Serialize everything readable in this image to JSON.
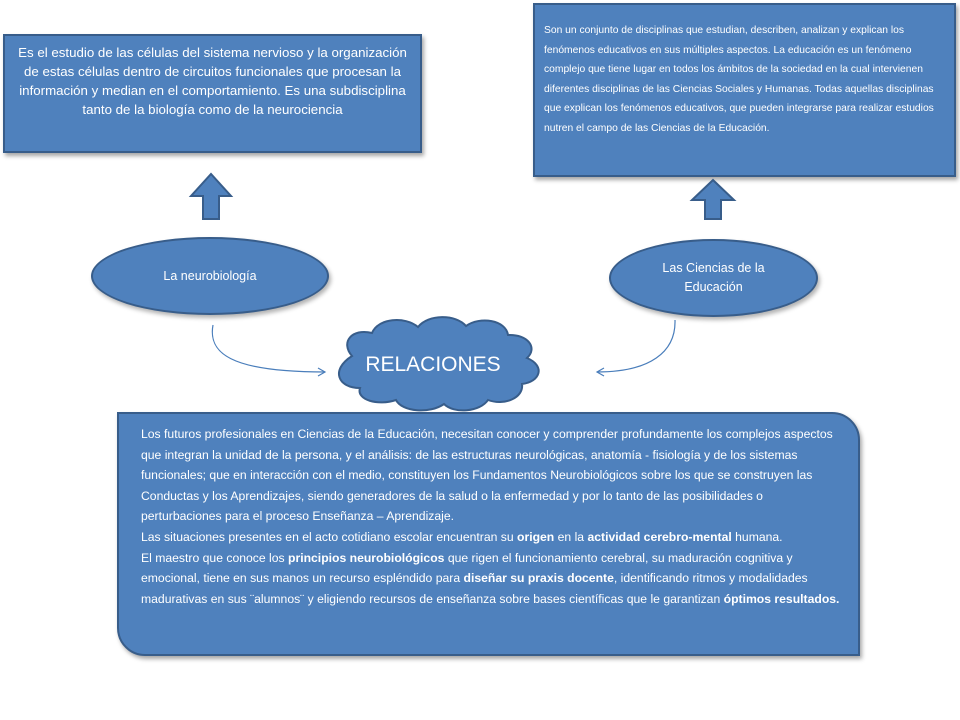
{
  "left_box": {
    "text": "Es el estudio de las células del sistema nervioso y la organización de estas células dentro de circuitos funcionales que procesan la información y median en el comportamiento. Es una subdisciplina tanto de la biología como de la neurociencia"
  },
  "right_box": {
    "text": "Son un conjunto de disciplinas que estudian, describen, analizan y explican los fenómenos educativos en sus múltiples aspectos. La educación es un fenómeno complejo que tiene lugar en todos los ámbitos de la sociedad en la cual intervienen diferentes disciplinas de las Ciencias Sociales y Humanas. Todas aquellas disciplinas que explican los fenómenos educativos, que pueden integrarse para realizar estudios nutren el campo de las Ciencias de la Educación."
  },
  "left_ellipse": {
    "label": "La neurobiología"
  },
  "right_ellipse": {
    "label": "Las Ciencias de la Educación"
  },
  "cloud": {
    "label": "RELACIONES"
  },
  "bottom_box": {
    "p1": "Los futuros profesionales en Ciencias de la Educación, necesitan conocer y comprender profundamente los complejos aspectos que integran la unidad de la persona, y el análisis: de las estructuras neurológicas, anatomía - fisiología y de los sistemas funcionales; que en interacción con el medio, constituyen los Fundamentos Neurobiológicos sobre los que se construyen las Conductas y los Aprendizajes, siendo generadores de la salud o la enfermedad y por lo tanto de las posibilidades o perturbaciones para el proceso Enseñanza – Aprendizaje.",
    "p2_a": "Las situaciones presentes en el acto cotidiano escolar encuentran su ",
    "p2_b": "origen",
    "p2_c": " en la ",
    "p2_d": "actividad cerebro-mental",
    "p2_e": " humana.",
    "p3_a": "El maestro que conoce los ",
    "p3_b": "principios neurobiológicos",
    "p3_c": " que rigen el funcionamiento cerebral, su maduración cognitiva y emocional, tiene en sus manos un recurso espléndido para ",
    "p3_d": "diseñar su praxis docente",
    "p3_e": ", identificando ritmos y modalidades madurativas en sus ¨alumnos¨ y eligiendo recursos de enseñanza sobre bases científicas que le garantizan ",
    "p3_f": "óptimos resultados."
  },
  "colors": {
    "fill": "#4f81bd",
    "border": "#385d8a",
    "text": "#ffffff"
  }
}
